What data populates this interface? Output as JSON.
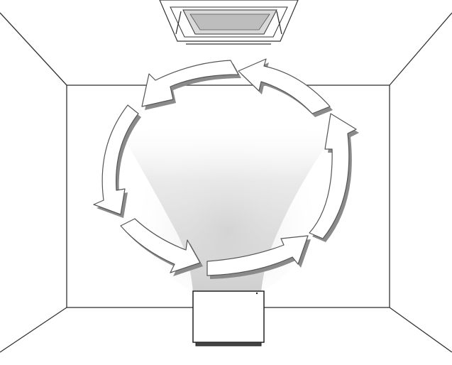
{
  "diagram": {
    "kind": "room-air-circulation",
    "components": [
      {
        "name": "ceiling-cassette-unit",
        "icon": "ceiling-cassette-icon"
      },
      {
        "name": "floor-unit",
        "icon": "floor-unit-icon"
      },
      {
        "name": "airflow-plume",
        "icon": "airflow-plume-icon"
      }
    ],
    "circulation_arrows": 8,
    "colors": {
      "line": "#333333",
      "arrow_fill": "#ffffff",
      "arrow_shadow": "#8a8a8a",
      "plume": "#c8c8c8",
      "cassette_panel": "#d9d9d9"
    }
  }
}
